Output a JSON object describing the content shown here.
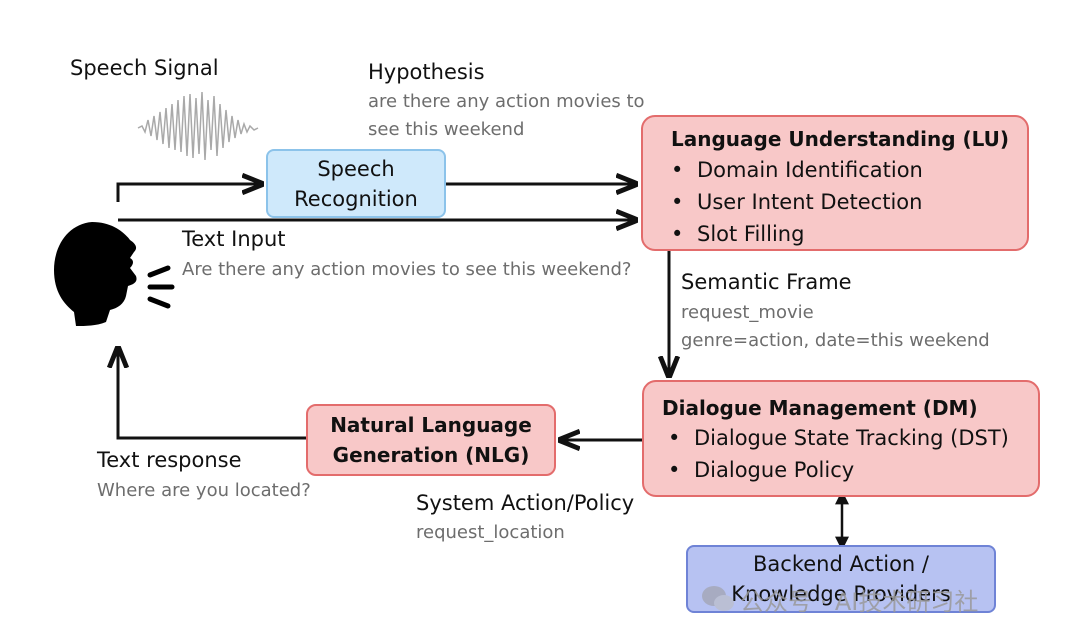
{
  "labels": {
    "speech_signal": "Speech Signal",
    "hypothesis_title": "Hypothesis",
    "hypothesis_line1": "are there any action movies to",
    "hypothesis_line2": "see this weekend",
    "text_input_title": "Text Input",
    "text_input_text": "Are there any action movies to see this weekend?",
    "semantic_frame_title": "Semantic Frame",
    "semantic_frame_line1": "request_movie",
    "semantic_frame_line2": "genre=action, date=this weekend",
    "text_response_title": "Text response",
    "text_response_text": "Where are you located?",
    "system_action_title": "System Action/Policy",
    "system_action_text": "request_location"
  },
  "boxes": {
    "asr": {
      "line1": "Speech",
      "line2": "Recognition"
    },
    "lu": {
      "title": "Language Understanding (LU)",
      "items": [
        "Domain Identification",
        "User Intent Detection",
        "Slot Filling"
      ]
    },
    "dm": {
      "title": "Dialogue Management (DM)",
      "items": [
        "Dialogue State Tracking (DST)",
        "Dialogue Policy"
      ]
    },
    "nlg": {
      "line1": "Natural Language",
      "line2": "Generation (NLG)"
    },
    "backend": {
      "line1": "Backend Action /",
      "line2": "Knowledge Providers"
    }
  },
  "watermark": "公众号 · AI技术研习社",
  "colors": {
    "asr_fill": "#cfe9fb",
    "module_fill": "#f8c8c8",
    "module_border": "#e36c6c",
    "backend_fill": "#b7c2f2",
    "arrow": "#111111",
    "caption_gray": "#6d6d6d"
  }
}
